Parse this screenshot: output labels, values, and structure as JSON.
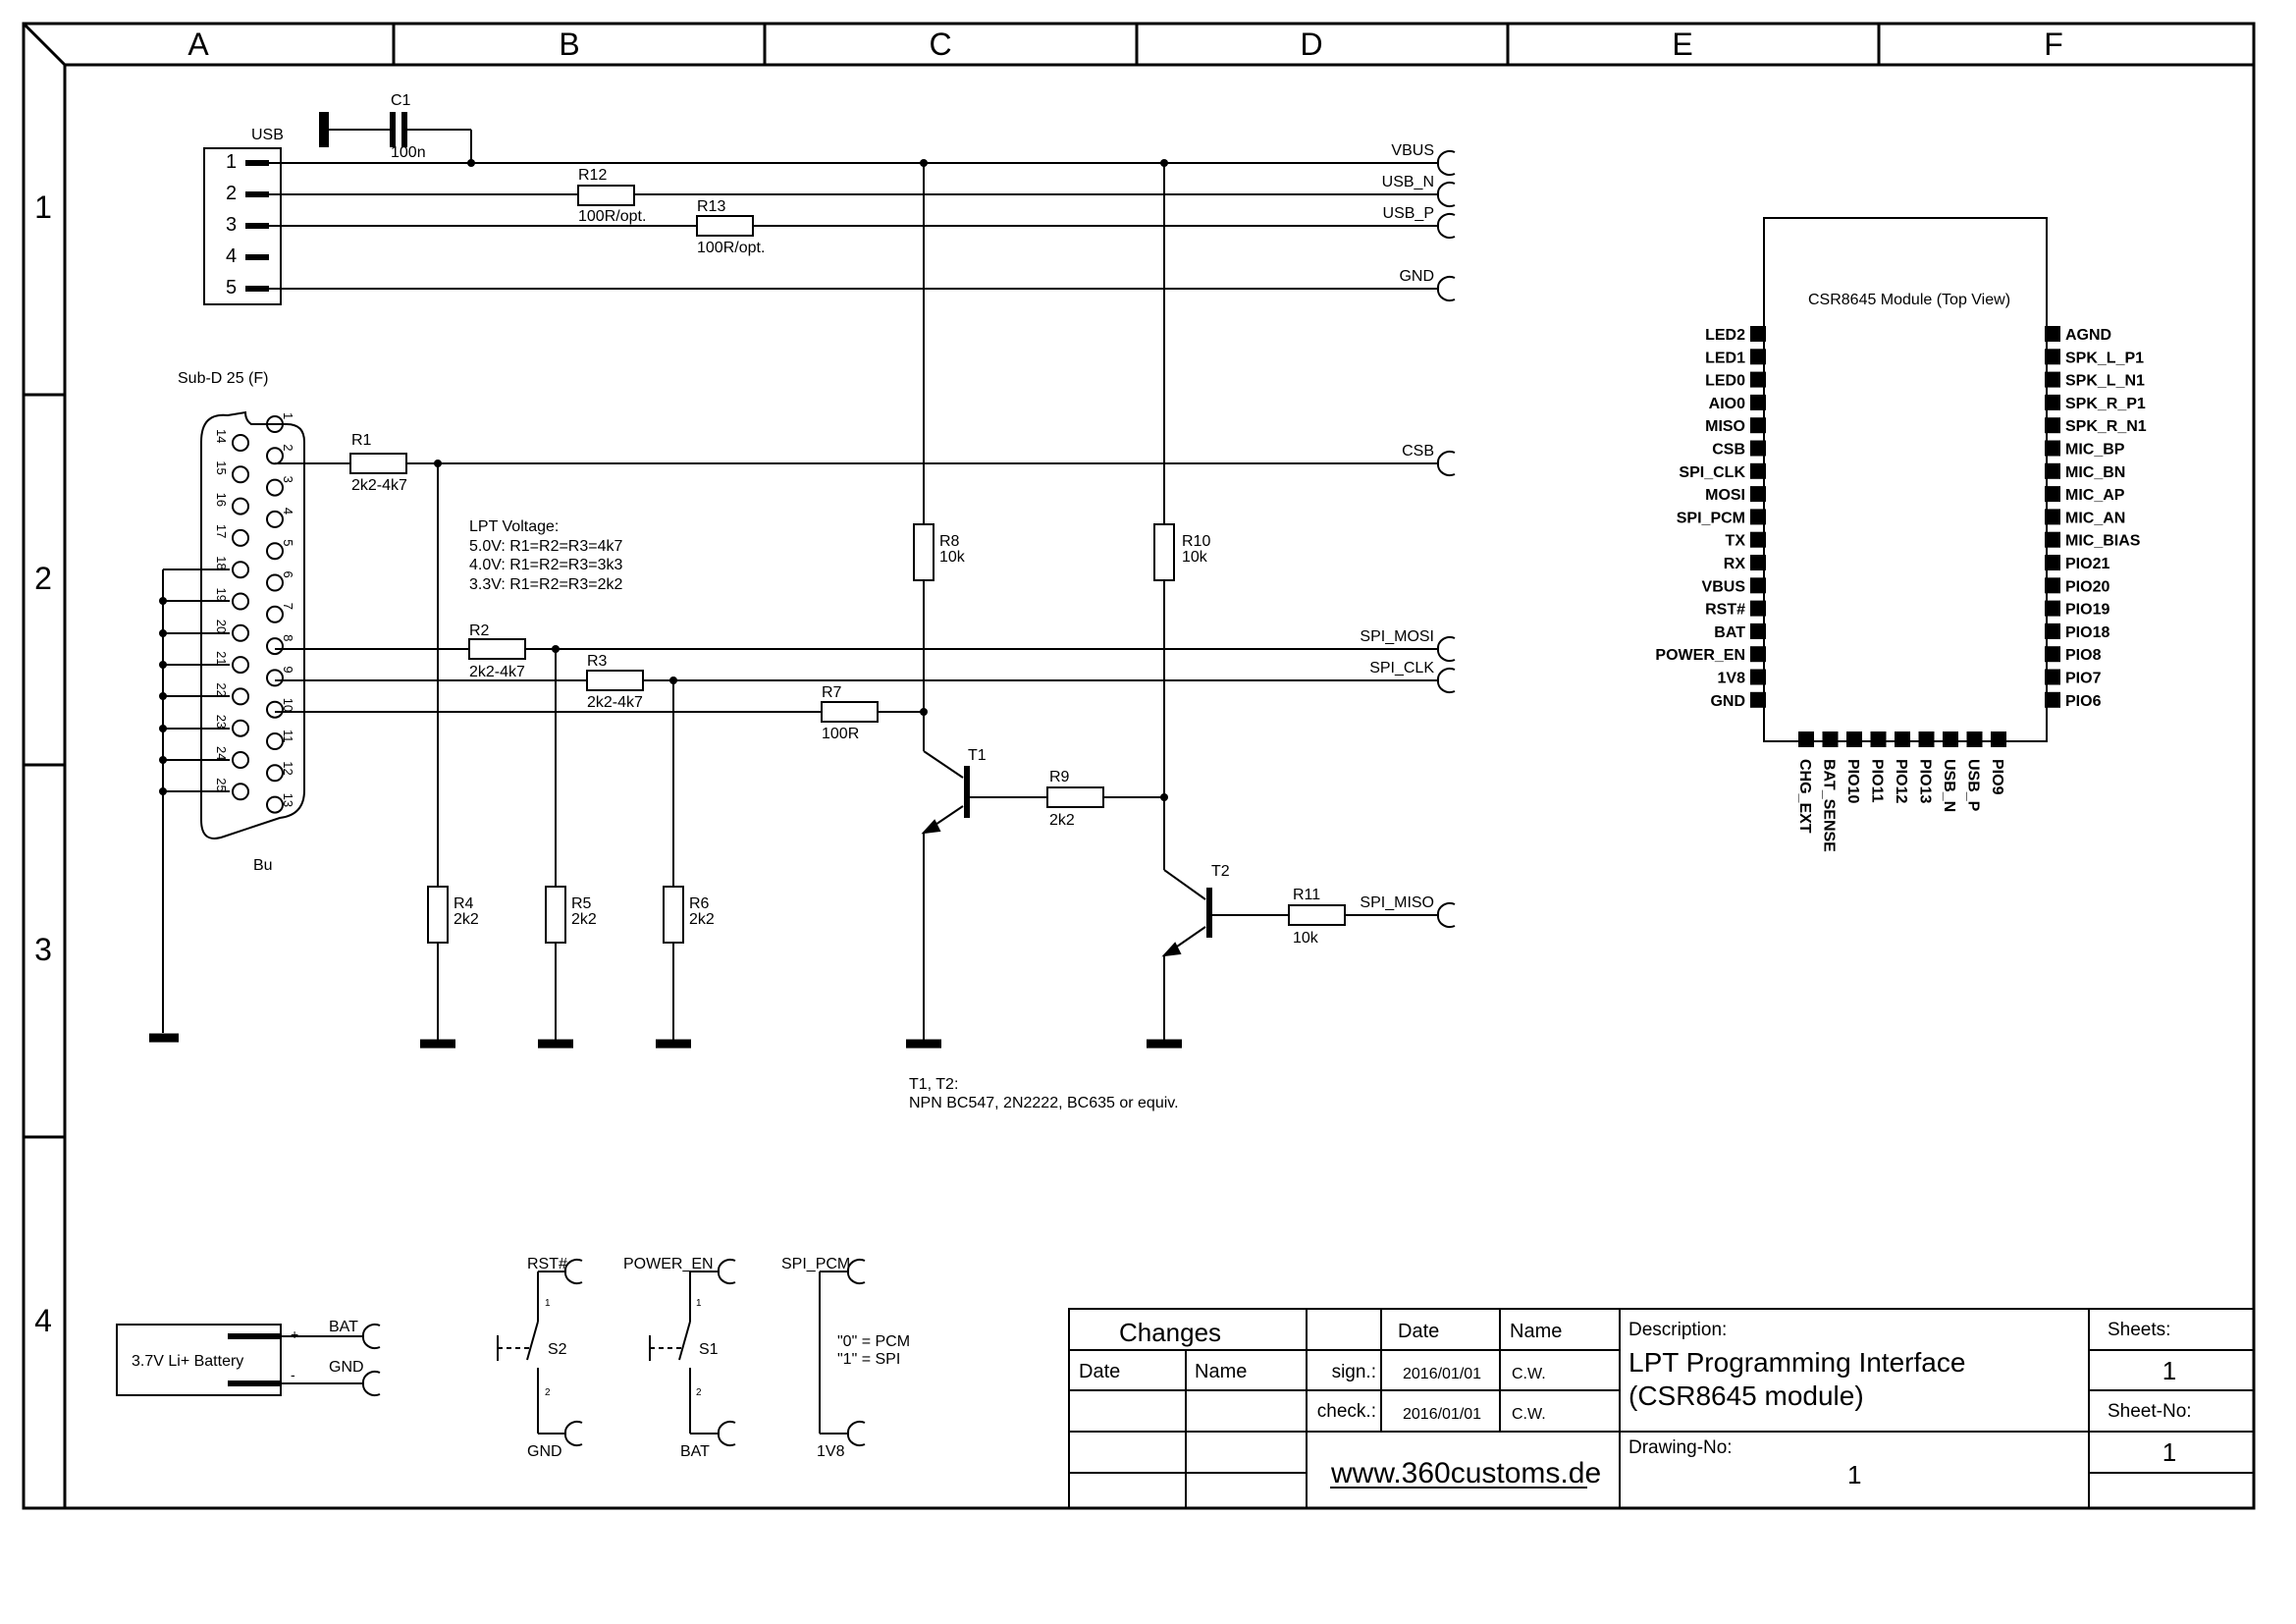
{
  "frame": {
    "columns": [
      "A",
      "B",
      "C",
      "D",
      "E",
      "F"
    ],
    "rows": [
      "1",
      "2",
      "3",
      "4"
    ]
  },
  "usb": {
    "label": "USB",
    "pins": [
      "1",
      "2",
      "3",
      "4",
      "5"
    ],
    "c1_name": "C1",
    "c1_value": "100n",
    "r12_name": "R12",
    "r12_value": "100R/opt.",
    "r13_name": "R13",
    "r13_value": "100R/opt."
  },
  "nets": {
    "vbus": "VBUS",
    "usb_n": "USB_N",
    "usb_p": "USB_P",
    "gnd": "GND",
    "csb": "CSB",
    "spi_mosi": "SPI_MOSI",
    "spi_clk": "SPI_CLK",
    "spi_miso": "SPI_MISO"
  },
  "subd": {
    "label": "Sub-D 25 (F)",
    "sub_label": "Bu",
    "top_pins": [
      "1",
      "2",
      "3",
      "4",
      "5",
      "6",
      "7",
      "8",
      "9",
      "10",
      "11",
      "12",
      "13"
    ],
    "bottom_pins": [
      "14",
      "15",
      "16",
      "17",
      "18",
      "19",
      "20",
      "21",
      "22",
      "23",
      "24",
      "25"
    ]
  },
  "resistors": {
    "r1": {
      "name": "R1",
      "value": "2k2-4k7"
    },
    "r2": {
      "name": "R2",
      "value": "2k2-4k7"
    },
    "r3": {
      "name": "R3",
      "value": "2k2-4k7"
    },
    "r4": {
      "name": "R4",
      "value": "2k2"
    },
    "r5": {
      "name": "R5",
      "value": "2k2"
    },
    "r6": {
      "name": "R6",
      "value": "2k2"
    },
    "r7": {
      "name": "R7",
      "value": "100R"
    },
    "r8": {
      "name": "R8",
      "value": "10k"
    },
    "r9": {
      "name": "R9",
      "value": "2k2"
    },
    "r10": {
      "name": "R10",
      "value": "10k"
    },
    "r11": {
      "name": "R11",
      "value": "10k"
    }
  },
  "lpt_voltage": {
    "title": "LPT Voltage:",
    "lines": [
      "5.0V: R1=R2=R3=4k7",
      "4.0V: R1=R2=R3=3k3",
      "3.3V: R1=R2=R3=2k2"
    ]
  },
  "transistors": {
    "t1": "T1",
    "t2": "T2",
    "note_line1": "T1, T2:",
    "note_line2": "NPN BC547, 2N2222, BC635 or equiv."
  },
  "module": {
    "title": "CSR8645 Module (Top View)",
    "left_pins": [
      "LED2",
      "LED1",
      "LED0",
      "AIO0",
      "MISO",
      "CSB",
      "SPI_CLK",
      "MOSI",
      "SPI_PCM",
      "TX",
      "RX",
      "VBUS",
      "RST#",
      "BAT",
      "POWER_EN",
      "1V8",
      "GND"
    ],
    "right_pins": [
      "AGND",
      "SPK_L_P1",
      "SPK_L_N1",
      "SPK_R_P1",
      "SPK_R_N1",
      "MIC_BP",
      "MIC_BN",
      "MIC_AP",
      "MIC_AN",
      "MIC_BIAS",
      "PIO21",
      "PIO20",
      "PIO19",
      "PIO18",
      "PIO8",
      "PIO7",
      "PIO6"
    ],
    "bottom_pins": [
      "CHG_EXT",
      "BAT_SENSE",
      "PIO10",
      "PIO11",
      "PIO12",
      "PIO13",
      "USB_N",
      "USB_P",
      "PIO9"
    ]
  },
  "battery": {
    "label": "3.7V Li+ Battery",
    "plus": "+",
    "minus": "-",
    "bat": "BAT",
    "gnd": "GND"
  },
  "switches": {
    "s2": {
      "name": "S2",
      "top": "RST#",
      "bottom": "GND",
      "pin1": "1",
      "pin2": "2"
    },
    "s1": {
      "name": "S1",
      "top": "POWER_EN",
      "bottom": "BAT",
      "pin1": "1",
      "pin2": "2"
    },
    "pcm": {
      "top": "SPI_PCM",
      "bottom": "1V8",
      "note1": "\"0\" = PCM",
      "note2": "\"1\" = SPI"
    }
  },
  "title_block": {
    "changes": "Changes",
    "date_hdr": "Date",
    "name_hdr": "Name",
    "date_col": "Date",
    "name_col": "Name",
    "sign": "sign.:",
    "check": "check.:",
    "sign_date": "2016/01/01",
    "sign_name": "C.W.",
    "check_date": "2016/01/01",
    "check_name": "C.W.",
    "website": "www.360customs.de",
    "description_label": "Description:",
    "description_line1": "LPT Programming Interface",
    "description_line2": "(CSR8645 module)",
    "drawing_no_label": "Drawing-No:",
    "drawing_no": "1",
    "sheets_label": "Sheets:",
    "sheets": "1",
    "sheet_no_label": "Sheet-No:",
    "sheet_no": "1"
  }
}
